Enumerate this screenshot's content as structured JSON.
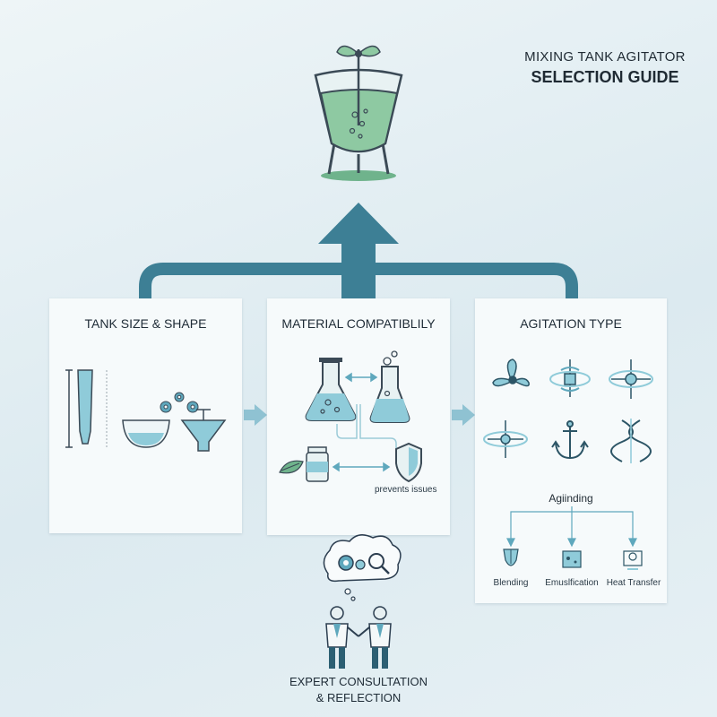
{
  "title": {
    "line1": "MIXING TANK AGITATOR",
    "line2": "SELECTION GUIDE"
  },
  "panels": [
    {
      "title": "TANK SIZE & SHAPE"
    },
    {
      "title": "MATERIAL COMPATIBLILY",
      "note": "prevents issues"
    },
    {
      "title": "AGITATION TYPE",
      "subheading": "Agiinding",
      "applications": [
        "Blending",
        "Emuslfication",
        "Heat Transfer"
      ]
    }
  ],
  "bottom": {
    "line1": "EXPERT CONSULTATION",
    "line2": "& REFLECTION"
  },
  "colors": {
    "teal": "#3d7f95",
    "light_teal": "#9ccbd8",
    "green": "#7cbf96",
    "dark": "#2c3e50"
  }
}
